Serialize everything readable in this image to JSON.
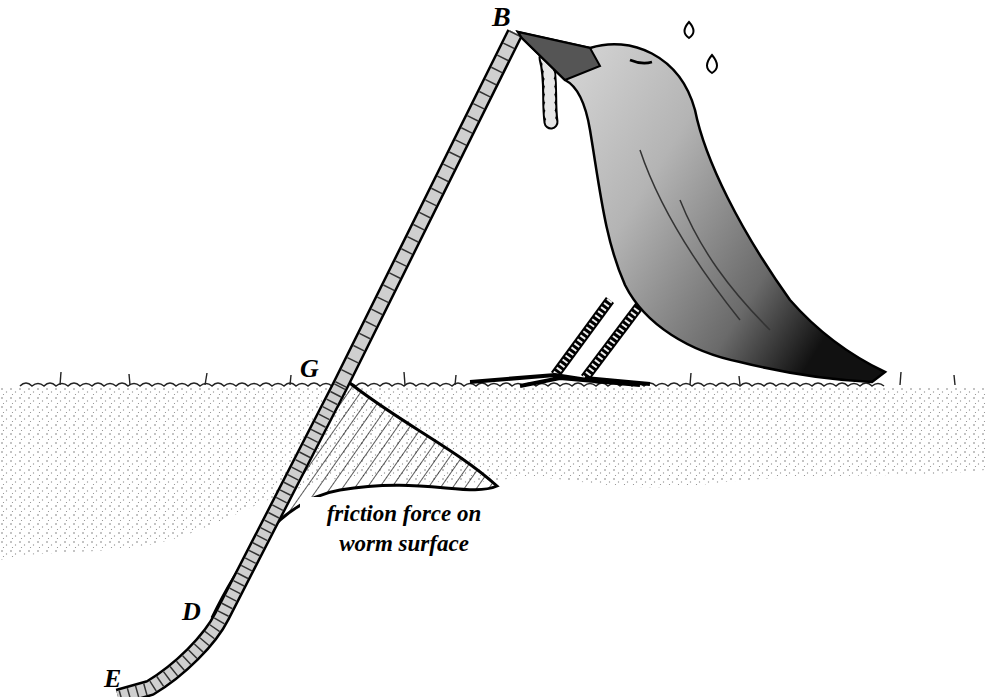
{
  "diagram": {
    "labels": [
      "B",
      "G",
      "D",
      "E",
      "friction force on worm surface"
    ]
  }
}
